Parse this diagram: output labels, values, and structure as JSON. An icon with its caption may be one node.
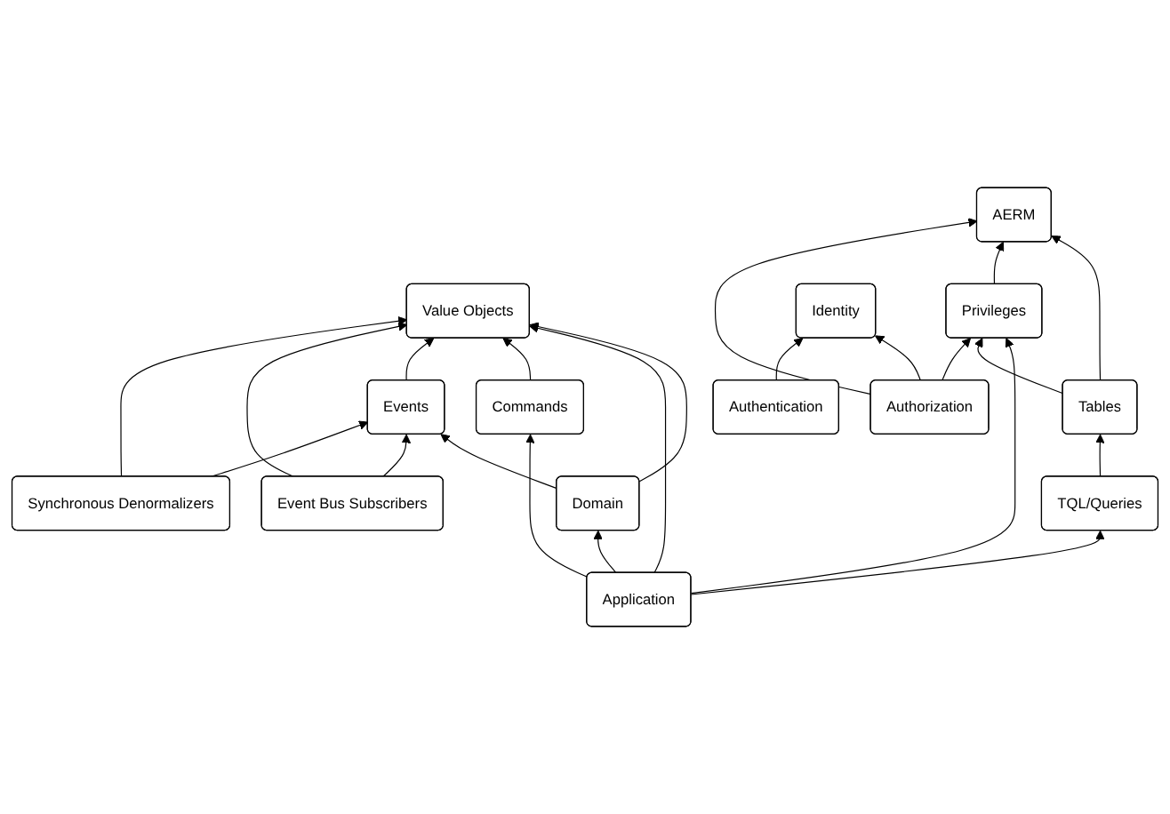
{
  "diagram": {
    "nodes": [
      {
        "text": [
          "Value Objects"
        ]
      },
      {
        "text": [
          "Events"
        ]
      },
      {
        "text": [
          "Domain"
        ]
      },
      {
        "text": [
          "Commands"
        ]
      },
      {
        "text": [
          "Event Bus Subscribers"
        ]
      },
      {
        "text": [
          "Application"
        ]
      },
      {
        "text": [
          "Synchronous Denormalizers"
        ]
      },
      {
        "text": [
          "TQL/Queries"
        ]
      },
      {
        "text": [
          "Privileges"
        ]
      },
      {
        "text": [
          "Authentication"
        ]
      },
      {
        "text": [
          "Tables"
        ]
      },
      {
        "text": [
          "AERM"
        ]
      },
      {
        "text": [
          "Identity"
        ]
      },
      {
        "text": [
          "Authorization"
        ]
      }
    ],
    "edges": [
      {
        "from": 2,
        "to": 0,
        "arrow": "to"
      },
      {
        "from": 2,
        "to": 1,
        "arrow": "to"
      },
      {
        "from": 5,
        "to": 2,
        "arrow": "to"
      },
      {
        "from": 5,
        "to": 3,
        "arrow": "to"
      },
      {
        "from": 5,
        "to": 0,
        "arrow": "to"
      },
      {
        "from": 5,
        "to": 8,
        "arrow": "to"
      },
      {
        "from": 5,
        "to": 7,
        "arrow": "to"
      },
      {
        "from": 7,
        "to": 10,
        "arrow": "to"
      },
      {
        "from": 10,
        "to": 8,
        "arrow": "to"
      },
      {
        "from": 10,
        "to": 11,
        "arrow": "to"
      },
      {
        "from": 8,
        "to": 11,
        "arrow": "to"
      },
      {
        "from": 13,
        "to": 11,
        "arrow": "to"
      },
      {
        "from": 13,
        "to": 12,
        "arrow": "to"
      },
      {
        "from": 13,
        "to": 8,
        "arrow": "to"
      },
      {
        "from": 9,
        "to": 12,
        "arrow": "to"
      },
      {
        "from": 3,
        "to": 0,
        "arrow": "to"
      },
      {
        "from": 1,
        "to": 0,
        "arrow": "to"
      },
      {
        "from": 4,
        "to": 0,
        "arrow": "to"
      },
      {
        "from": 4,
        "to": 1,
        "arrow": "to"
      },
      {
        "from": 6,
        "to": 0,
        "arrow": "to"
      },
      {
        "from": 6,
        "to": 1,
        "arrow": "to"
      }
    ]
  }
}
